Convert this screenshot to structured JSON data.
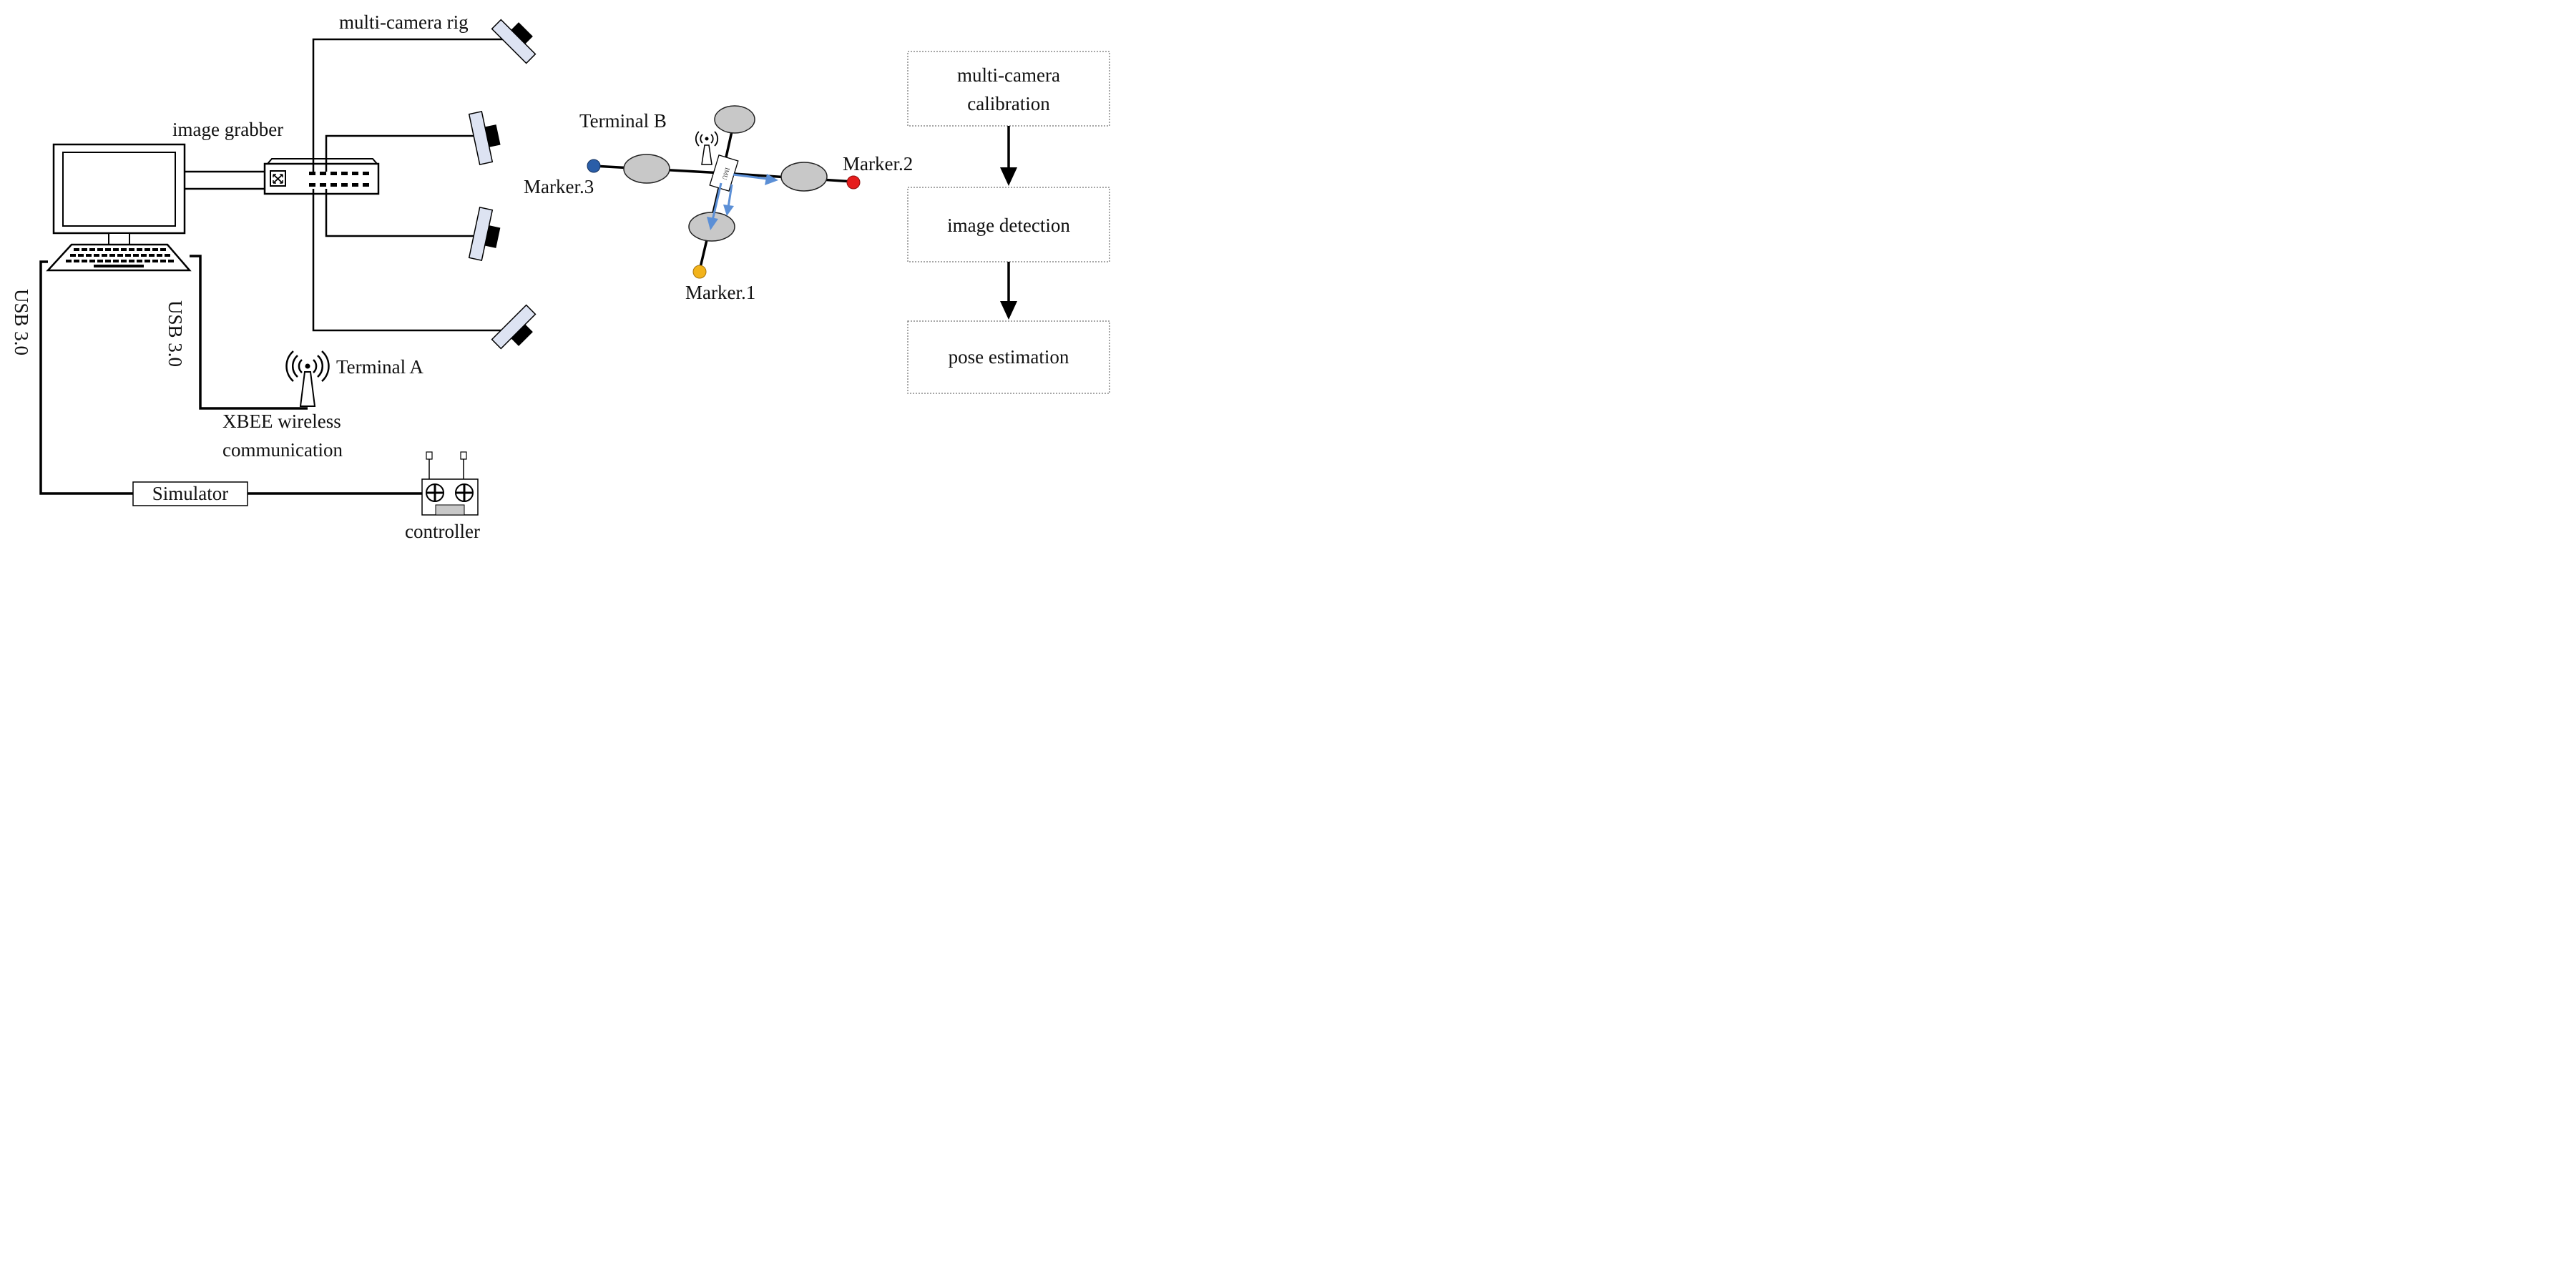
{
  "labels": {
    "multi_camera_rig": "multi-camera rig",
    "image_grabber": "image grabber",
    "terminal_a": "Terminal A",
    "terminal_b": "Terminal B",
    "usb_left": "USB 3.0",
    "usb_right": "USB 3.0",
    "xbee_line1": "XBEE wireless",
    "xbee_line2": "communication",
    "simulator": "Simulator",
    "controller": "controller",
    "imu": "IMU"
  },
  "markers": {
    "m1": {
      "label": "Marker.1",
      "color": "#f2b31b"
    },
    "m2": {
      "label": "Marker.2",
      "color": "#e61c1c"
    },
    "m3": {
      "label": "Marker.3",
      "color": "#2a5ea8"
    }
  },
  "flow": {
    "step1_line1": "multi-camera",
    "step1_line2": "calibration",
    "step2": "image detection",
    "step3": "pose estimation"
  },
  "colors": {
    "rotor": "#c8c8c8",
    "camera_body": "#dde3f2",
    "imu_arrow": "#5b8fd6"
  }
}
